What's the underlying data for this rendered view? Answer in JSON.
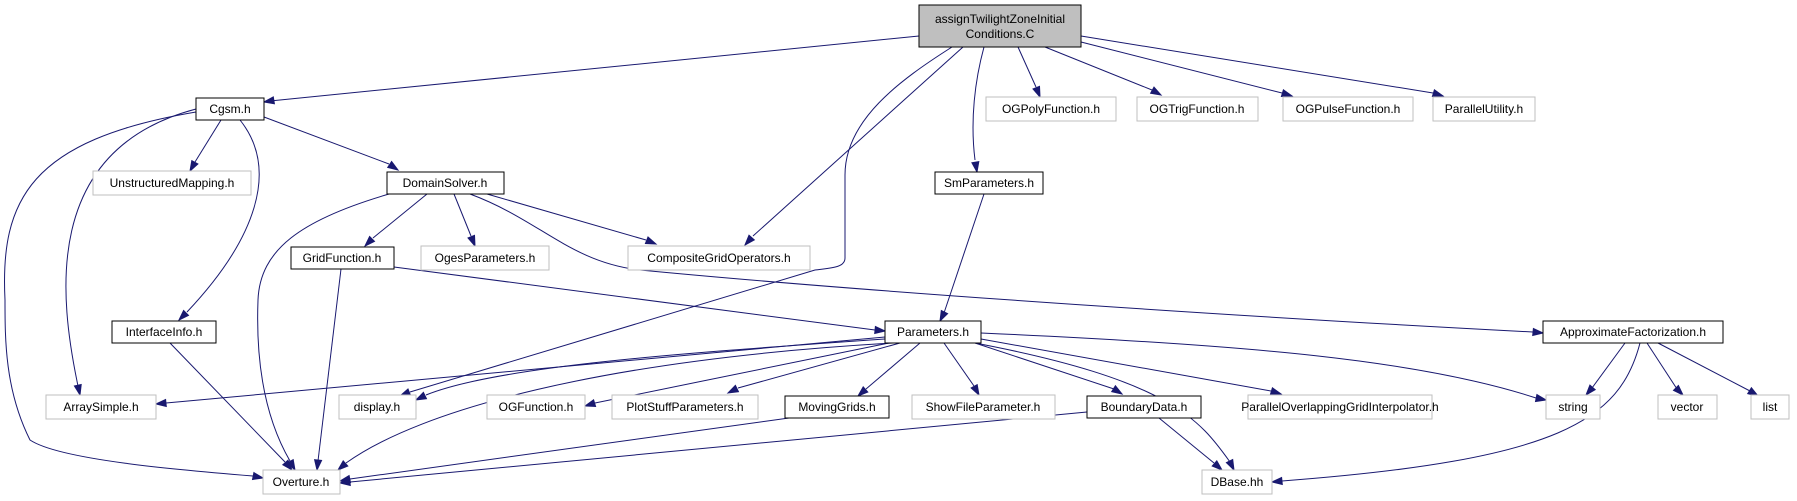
{
  "colors": {
    "edge": "#191970",
    "root_fill": "#bfbfbf",
    "documented_border": "#000000",
    "external_border": "#bfbfbf",
    "background": "#ffffff"
  },
  "root": {
    "lines": [
      "assignTwilightZoneInitial",
      "Conditions.C"
    ]
  },
  "nodes": {
    "cgsm": "Cgsm.h",
    "og_poly_function": "OGPolyFunction.h",
    "og_trig_function": "OGTrigFunction.h",
    "og_pulse_function": "OGPulseFunction.h",
    "parallel_utility": "ParallelUtility.h",
    "unstructured_mapping": "UnstructuredMapping.h",
    "domain_solver": "DomainSolver.h",
    "sm_parameters": "SmParameters.h",
    "grid_function": "GridFunction.h",
    "oges_parameters": "OgesParameters.h",
    "composite_grid_operators": "CompositeGridOperators.h",
    "interface_info": "InterfaceInfo.h",
    "parameters": "Parameters.h",
    "approximate_factorization": "ApproximateFactorization.h",
    "array_simple": "ArraySimple.h",
    "display": "display.h",
    "og_function": "OGFunction.h",
    "plot_stuff_parameters": "PlotStuffParameters.h",
    "moving_grids": "MovingGrids.h",
    "show_file_parameter": "ShowFileParameter.h",
    "boundary_data": "BoundaryData.h",
    "parallel_overlapping_grid_interpolator": "ParallelOverlappingGridInterpolator.h",
    "string": "string",
    "vector": "vector",
    "list": "list",
    "overture": "Overture.h",
    "dbase": "DBase.hh"
  }
}
